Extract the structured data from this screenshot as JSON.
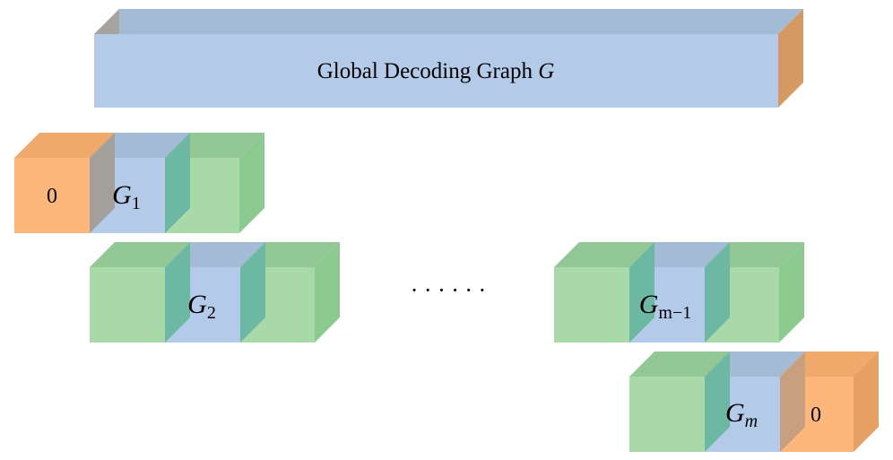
{
  "diagram": {
    "global_graph": {
      "label": "Global Decoding Graph ",
      "symbol": "G"
    },
    "blocks": [
      {
        "id": "row1",
        "main": "G",
        "sub": "1",
        "zero": "0"
      },
      {
        "id": "row2",
        "main": "G",
        "sub": "2"
      },
      {
        "id": "row3",
        "main": "G",
        "sub": "m−1"
      },
      {
        "id": "row4",
        "main": "G",
        "sub": "m",
        "zero": "0"
      }
    ],
    "ellipsis": "· · · · · ·"
  },
  "colors": {
    "blue_front": "#b3cbe8",
    "blue_top": "#a4bbd6",
    "blue_side": "#8fb0d6",
    "green_front": "#a9d9a9",
    "green_top": "#93c795",
    "green_side": "#8ccb90",
    "orange_front": "#fdb77a",
    "orange_top": "#f0a86b",
    "orange_side": "#e6a064",
    "overlap_gray": "#a3a3a3",
    "overlap_teal": "#6db8a3",
    "overlap_tan": "#c8a080",
    "edge": "#7a7a7a"
  }
}
